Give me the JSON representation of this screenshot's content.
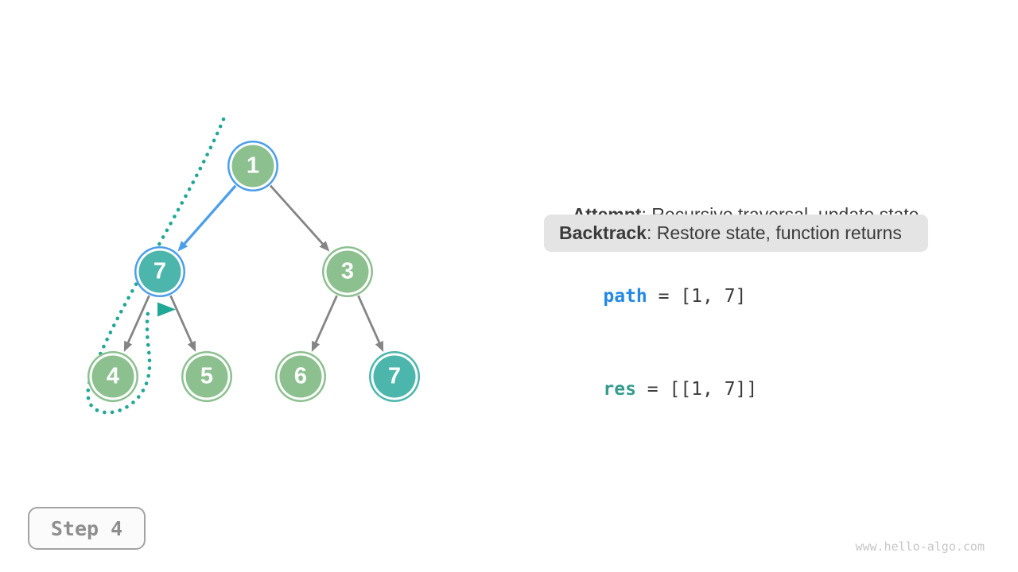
{
  "page": {
    "watermark": "www.hello-algo.com",
    "background": "#FFFFFF"
  },
  "step_badge": {
    "label": "Step 4"
  },
  "legend": {
    "attempt_label": "Attempt",
    "attempt_text": ": Recursive traversal, update state",
    "backtrack_label": "Backtrack",
    "backtrack_text": ": Restore state, function returns",
    "highlighted_row": "backtrack"
  },
  "state": {
    "path": {
      "name": "path",
      "value": " = [1, 7]"
    },
    "res": {
      "name": "res",
      "value": " = [[1, 7]]"
    }
  },
  "tree": {
    "nodes": [
      {
        "id": "n1",
        "label": "1",
        "fill": "green",
        "ring": "blue"
      },
      {
        "id": "n2",
        "label": "7",
        "fill": "teal",
        "ring": "blue"
      },
      {
        "id": "n3",
        "label": "3",
        "fill": "green",
        "ring": "green"
      },
      {
        "id": "n4",
        "label": "4",
        "fill": "green",
        "ring": "green"
      },
      {
        "id": "n5",
        "label": "5",
        "fill": "green",
        "ring": "green"
      },
      {
        "id": "n6",
        "label": "6",
        "fill": "green",
        "ring": "green"
      },
      {
        "id": "n7",
        "label": "7",
        "fill": "teal",
        "ring": "teal"
      }
    ],
    "edges": [
      {
        "from": "n1",
        "to": "n2",
        "style": "active"
      },
      {
        "from": "n1",
        "to": "n3",
        "style": "normal"
      },
      {
        "from": "n2",
        "to": "n4",
        "style": "normal"
      },
      {
        "from": "n2",
        "to": "n5",
        "style": "normal"
      },
      {
        "from": "n3",
        "to": "n6",
        "style": "normal"
      },
      {
        "from": "n3",
        "to": "n7",
        "style": "normal"
      }
    ],
    "trace": {
      "description": "dotted backtrack path around left subtree ending in right-pointing arrowhead near node 7"
    }
  },
  "colors": {
    "node_green": "#8CC08F",
    "node_teal": "#4DB6AC",
    "ring_blue": "#4C9EEA",
    "ring_green": "#8CC08F",
    "ring_teal": "#4DB6AC",
    "edge_gray": "#858585",
    "edge_blue": "#4C9EEA",
    "trace_teal": "#21A795",
    "text_dark": "#3B3B3B",
    "highlight_bg": "#E4E4E4",
    "path_blue": "#2389E5",
    "res_teal": "#359B8E",
    "step_text": "#8E8E8E",
    "step_border": "#A3A3A3",
    "step_bg": "#FBFBFB",
    "watermark_gray": "#C6C6C6"
  }
}
